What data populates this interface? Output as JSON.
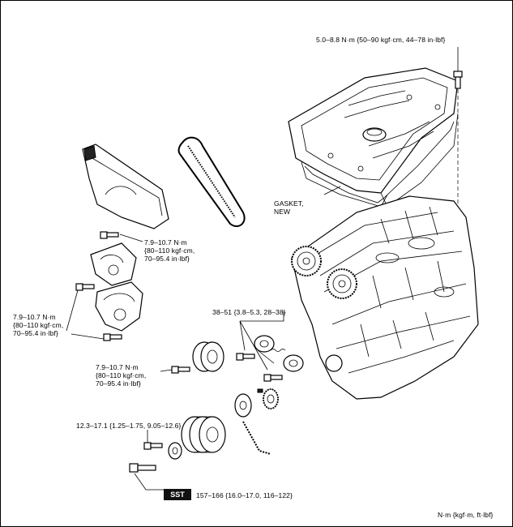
{
  "labels": {
    "cover_bolt_torque": "5.0–8.8 N·m {50–90 kgf·cm, 44–78 in·lbf}",
    "gasket": [
      "GASKET,",
      "NEW"
    ],
    "upper_cover_torque": [
      "7.9–10.7 N·m",
      "{80–110 kgf·cm,",
      "70–95.4 in·lbf}"
    ],
    "middle_cover_torque": [
      "7.9–10.7 N·m",
      "{80–110 kgf·cm,",
      "70–95.4 in·lbf}"
    ],
    "tensioner_torque": "38–51 {3.8–5.3, 28–38}",
    "lower_cover_torque": [
      "7.9–10.7 N·m",
      "{80–110 kgf·cm,",
      "70–95.4 in·lbf}"
    ],
    "pulley_bolt_torque": "12.3–17.1 {1.25–1.75, 9.05–12.6}",
    "sst": "SST",
    "crank_bolt_torque": "157–166 {16.0–17.0, 116–122}",
    "units_note": "N·m {kgf·m, ft·lbf}"
  },
  "colors": {
    "line": "#000000",
    "background": "#ffffff",
    "badge": "#111111"
  }
}
